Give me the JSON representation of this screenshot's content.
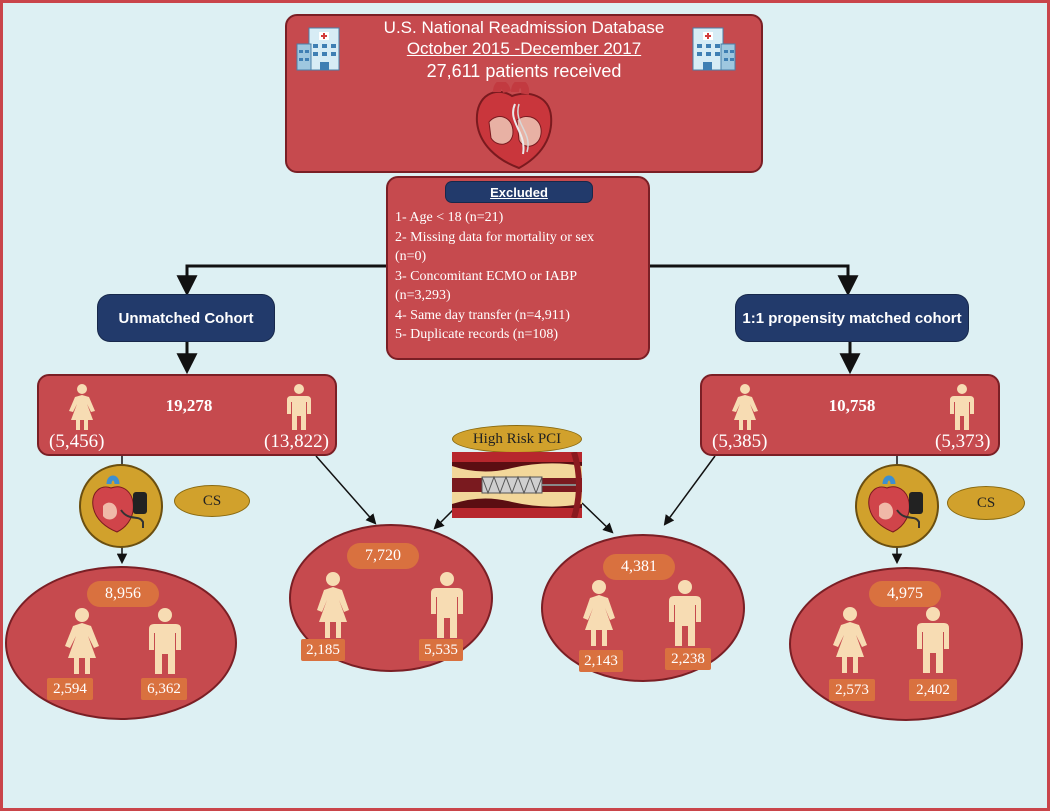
{
  "header": {
    "line1": "U.S. National Readmission Database",
    "line2": "October 2015 -December 2017",
    "line3": "27,611  patients received"
  },
  "excluded": {
    "title": "Excluded",
    "items": [
      "1- Age < 18 (n=21)",
      "2-  Missing data for mortality or sex",
      "(n=0)",
      "3- Concomitant ECMO or IABP",
      "(n=3,293)",
      "4-  Same day transfer (n=4,911)",
      "5-  Duplicate records (n=108)"
    ]
  },
  "unmatched": {
    "label": "Unmatched Cohort",
    "total": "19,278",
    "female": "(5,456)",
    "male": "(13,822)"
  },
  "matched": {
    "label": "1:1 propensity matched cohort",
    "total": "10,758",
    "female": "(5,385)",
    "male": "(5,373)"
  },
  "pci_label": "High Risk PCI",
  "cs_label_left": "CS",
  "cs_label_right": "CS",
  "ovals": [
    {
      "total": "8,956",
      "female": "2,594",
      "male": "6,362"
    },
    {
      "total": "7,720",
      "female": "2,185",
      "male": "5,535"
    },
    {
      "total": "4,381",
      "female": "2,143",
      "male": "2,238"
    },
    {
      "total": "4,975",
      "female": "2,573",
      "male": "2,402"
    }
  ],
  "colors": {
    "box_red": "#c64a4e",
    "navy": "#223a6b",
    "orange_tag": "#d9713f",
    "gold": "#d1a12c",
    "skin": "#f7dcb3",
    "background": "#ddf0f3"
  }
}
